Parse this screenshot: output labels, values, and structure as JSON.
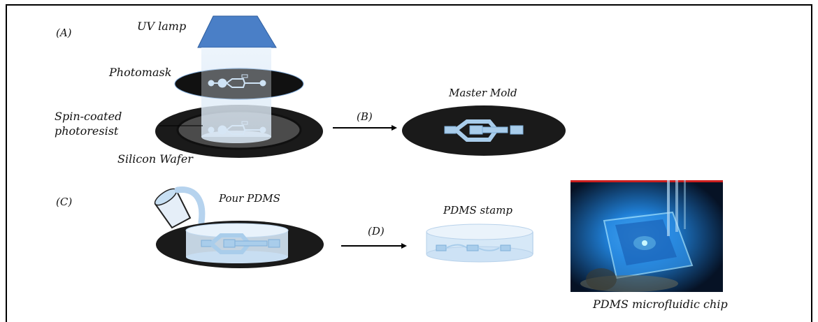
{
  "panel_labels": {
    "a": "(A)",
    "b": "(B)",
    "c": "(C)",
    "d": "(D)"
  },
  "labels": {
    "uv_lamp": "UV lamp",
    "photomask": "Photomask",
    "spin_coated_line1": "Spin-coated",
    "spin_coated_line2": "photoresist",
    "silicon_wafer": "Silicon Wafer",
    "master_mold": "Master Mold",
    "pour_pdms": "Pour PDMS",
    "pdms_stamp": "PDMS stamp",
    "pdms_chip": "PDMS microfluidic chip"
  },
  "colors": {
    "lamp_blue": "#4a7fc7",
    "wafer_black": "#1a1a1a",
    "channel_blue": "#a9cdeb",
    "pdms_fill": "#d6e8f7",
    "photo_bg": "#0b1a2e"
  }
}
